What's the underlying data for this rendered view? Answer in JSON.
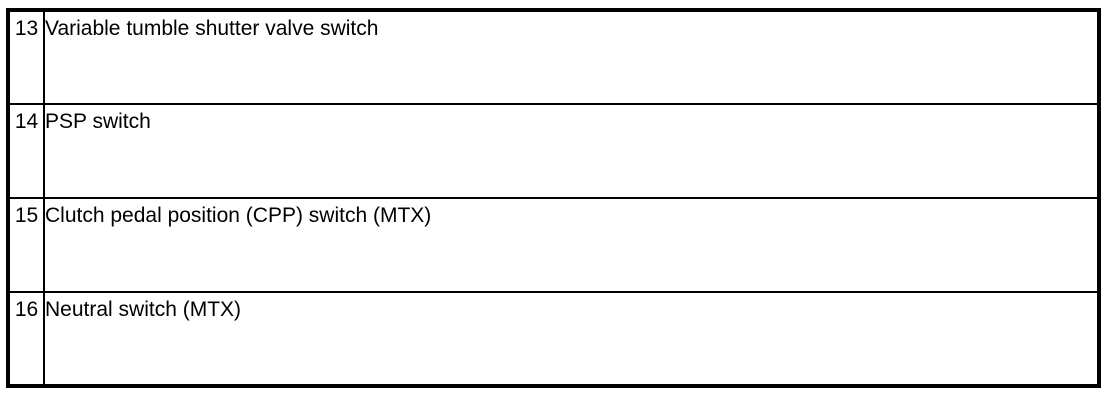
{
  "colors": {
    "border": "#000000",
    "background": "#ffffff",
    "text": "#000000"
  },
  "table": {
    "description": "numbered component list",
    "rows": [
      {
        "number": "13",
        "label": "Variable tumble shutter valve switch"
      },
      {
        "number": "14",
        "label": "PSP switch"
      },
      {
        "number": "15",
        "label": "Clutch pedal position (CPP) switch (MTX)"
      },
      {
        "number": "16",
        "label": "Neutral switch (MTX)"
      }
    ]
  }
}
